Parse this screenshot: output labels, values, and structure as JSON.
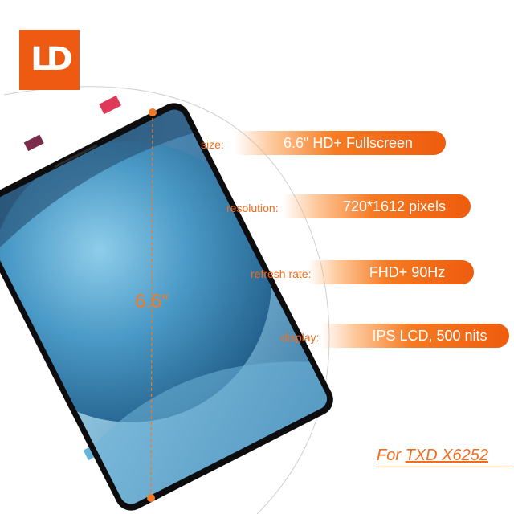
{
  "brand": {
    "logo_text": "LD",
    "color": "#ef5a12"
  },
  "screen_size_label": "6.6″",
  "specs": [
    {
      "label": "size:",
      "value": "6.6\" HD+ Fullscreen"
    },
    {
      "label": "resolution:",
      "value": "720*1612 pixels"
    },
    {
      "label": "refresh rate:",
      "value": "FHD+ 90Hz"
    },
    {
      "label": "display:",
      "value": "IPS LCD, 500 nits"
    }
  ],
  "footer": {
    "prefix": "For ",
    "model": "TXD X6252"
  },
  "colors": {
    "accent": "#f36b1c",
    "pill": "#ee5c0d",
    "screen_blue": "#3f86b6"
  }
}
